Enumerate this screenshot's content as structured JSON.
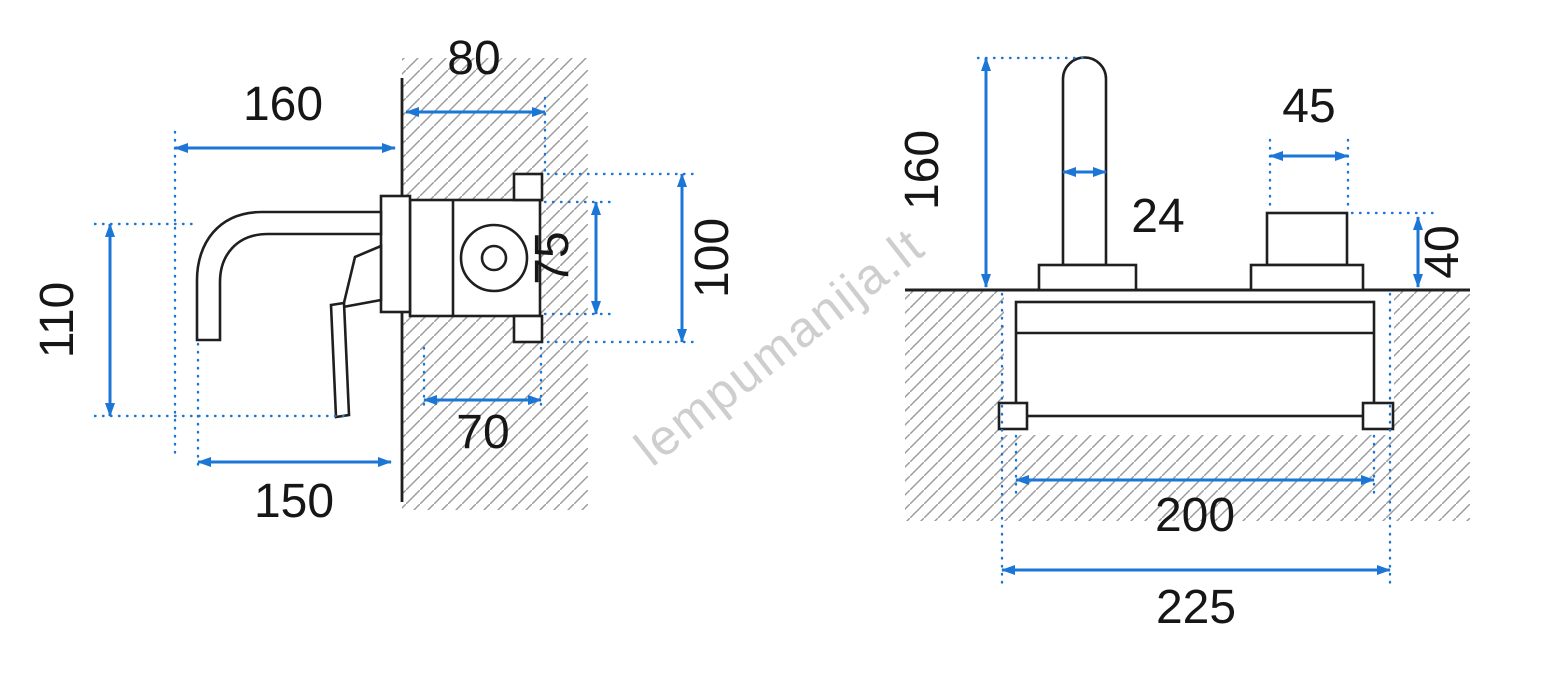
{
  "watermark": {
    "text": "lempumanija.lt"
  },
  "left_view": {
    "dimensions": {
      "spout_reach_top": "160",
      "wall_depth": "80",
      "height_span": "110",
      "body_height": "75",
      "opening_height": "100",
      "recess_depth": "70",
      "lower_reach": "150"
    }
  },
  "right_view": {
    "dimensions": {
      "spout_height": "160",
      "handle_width": "45",
      "spout_diameter": "24",
      "handle_height": "40",
      "body_width": "200",
      "total_width": "225"
    }
  },
  "colors": {
    "dimension_blue": "#1b76d6",
    "outline": "#1f1f1f",
    "hatch": "#9c9c9c",
    "watermark": "#c2c2c2",
    "background": "#ffffff"
  }
}
